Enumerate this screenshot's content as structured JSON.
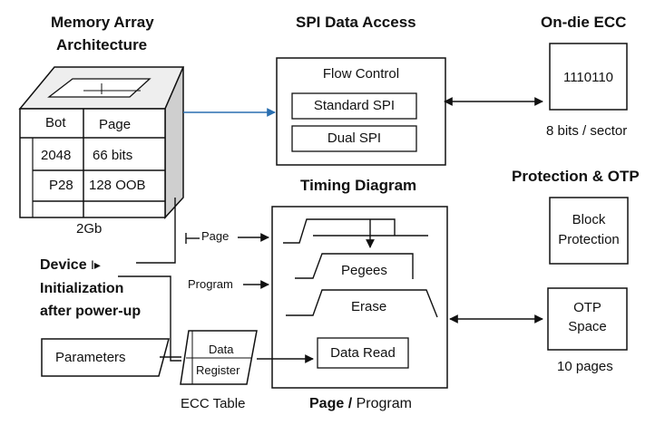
{
  "headings": {
    "memory_line1": "Memory Array",
    "memory_line2": "Architecture",
    "spi": "SPI Data Access",
    "ecc": "On-die ECC",
    "timing": "Timing Diagram",
    "protection": "Protection & OTP",
    "page_program_bold": "Page /",
    "page_program_rest": " Program"
  },
  "memory_array": {
    "col1_header": "Bot",
    "col2_header": "Page",
    "r1c1": "2048",
    "r1c2": "66 bits",
    "r2c1": "P28",
    "r2c2": "128 OOB",
    "capacity": "2Gb"
  },
  "spi_box": {
    "title": "Flow Control",
    "mode1": "Standard SPI",
    "mode2": "Dual SPI"
  },
  "ecc_box": {
    "code": "1110110",
    "caption": "8 bits / sector"
  },
  "device_init": {
    "line1": "Device",
    "line1_suffix": "I▸",
    "line2": "Initialization",
    "line3": "after power-up"
  },
  "parameters": "Parameters",
  "data_register": {
    "line1": "Data",
    "line2": "Register",
    "caption": "ECC Table"
  },
  "timing": {
    "page_label": "Page",
    "program_label": "Program",
    "pegees": "Pegees",
    "erase": "Erase",
    "data_read": "Data Read"
  },
  "protection": {
    "block_line1": "Block",
    "block_line2": "Protection",
    "otp_line1": "OTP",
    "otp_line2": "Space",
    "otp_caption": "10 pages"
  },
  "colors": {
    "ink": "#111111",
    "link_blue": "#2a6fb0",
    "cube_top": "#eeeeee",
    "cube_side": "#cfcfcf"
  }
}
